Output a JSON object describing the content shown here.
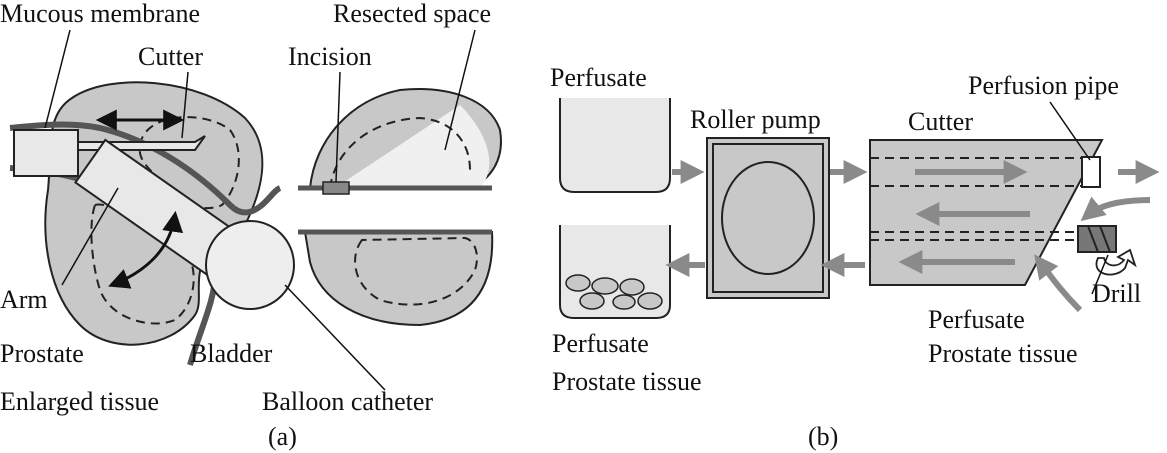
{
  "panel_a": {
    "caption": "(a)",
    "labels": {
      "mucous_membrane": "Mucous membrane",
      "cutter": "Cutter",
      "incision": "Incision",
      "resected_space": "Resected space",
      "arm": "Arm",
      "prostate": "Prostate",
      "enlarged_tissue": "Enlarged tissue",
      "bladder": "Bladder",
      "balloon_catheter": "Balloon catheter"
    }
  },
  "panel_b": {
    "caption": "(b)",
    "labels": {
      "perfusate_top": "Perfusate",
      "roller_pump": "Roller pump",
      "cutter": "Cutter",
      "perfusion_pipe": "Perfusion pipe",
      "perfusate_bottom": "Perfusate",
      "prostate_tissue_bottom": "Prostate tissue",
      "drill": "Drill",
      "perfusate_right": "Perfusate",
      "prostate_tissue_right": "Prostate tissue"
    }
  },
  "colors": {
    "tissue_fill": "#c8c8c8",
    "dark_stroke": "#555555",
    "arrow_gray": "#8a8a8a",
    "light_fill": "#e8e8e8"
  }
}
